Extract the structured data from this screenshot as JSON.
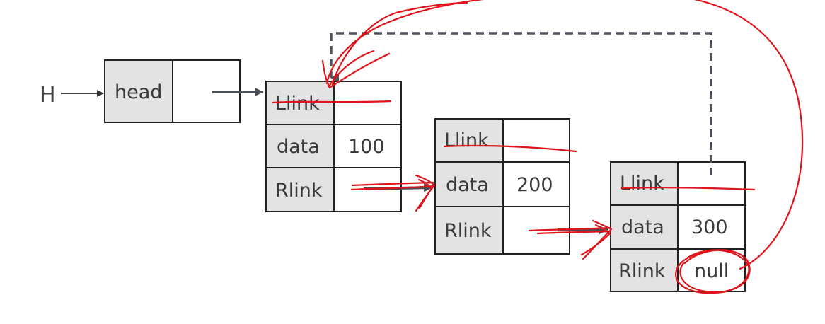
{
  "start_label": "H",
  "head_node": {
    "label": "head"
  },
  "nodes": [
    {
      "llink": "Llink",
      "data_label": "data",
      "data_value": "100",
      "rlink": "Rlink",
      "rlink_value": ""
    },
    {
      "llink": "Llink",
      "data_label": "data",
      "data_value": "200",
      "rlink": "Rlink",
      "rlink_value": ""
    },
    {
      "llink": "Llink",
      "data_label": "data",
      "data_value": "300",
      "rlink": "Rlink",
      "rlink_value": "null"
    }
  ],
  "colors": {
    "label_cell": "#e3e3e3",
    "value_cell": "#ffffff",
    "pointer": "#4a4f57",
    "annotation_ink": "#e0141b"
  }
}
